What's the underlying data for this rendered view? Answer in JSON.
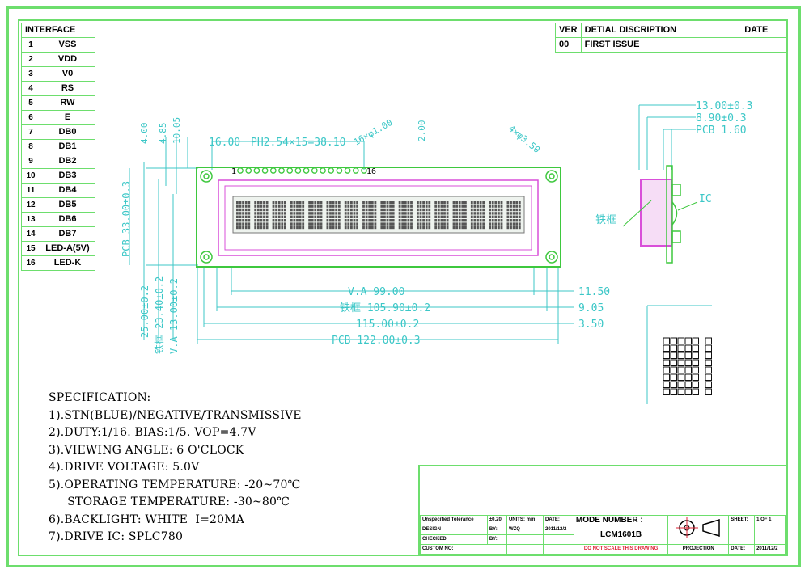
{
  "interface": {
    "header": "INTERFACE",
    "pins": [
      {
        "num": "1",
        "name": "VSS"
      },
      {
        "num": "2",
        "name": "VDD"
      },
      {
        "num": "3",
        "name": "V0"
      },
      {
        "num": "4",
        "name": "RS"
      },
      {
        "num": "5",
        "name": "RW"
      },
      {
        "num": "6",
        "name": "E"
      },
      {
        "num": "7",
        "name": "DB0"
      },
      {
        "num": "8",
        "name": "DB1"
      },
      {
        "num": "9",
        "name": "DB2"
      },
      {
        "num": "10",
        "name": "DB3"
      },
      {
        "num": "11",
        "name": "DB4"
      },
      {
        "num": "12",
        "name": "DB5"
      },
      {
        "num": "13",
        "name": "DB6"
      },
      {
        "num": "14",
        "name": "DB7"
      },
      {
        "num": "15",
        "name": "LED-A(5V)"
      },
      {
        "num": "16",
        "name": "LED-K"
      }
    ]
  },
  "revision": {
    "headers": [
      "VER",
      "DETIAL DISCRIPTION",
      "DATE"
    ],
    "rows": [
      {
        "ver": "00",
        "desc": "FIRST ISSUE",
        "date": ""
      }
    ]
  },
  "dims": {
    "pitch": "16.00",
    "ph": "PH2.54×15=38.10",
    "holes16": "16×φ1.00",
    "d200": "2.00",
    "holes4": "4×φ3.50",
    "top400": "4.00",
    "top485": "4.85",
    "top1005": "10.05",
    "pcb33": "PCB 33.00±0.3",
    "h2500": "25.00±0.2",
    "h2340": "铁框 23.40±0.2",
    "h1300": "V.A 13.00±0.2",
    "va99": "V.A 99.00",
    "frame105": "铁框 105.90±0.2",
    "w115": "115.00±0.2",
    "pcb122": "PCB 122.00±0.3",
    "r1150": "11.50",
    "r905": "9.05",
    "r350": "3.50",
    "pin1": "1",
    "pin16": "16",
    "side1300": "13.00±0.3",
    "side890": "8.90±0.3",
    "sidepcb": "PCB 1.60",
    "ic": "IC",
    "tiekuang": "铁框"
  },
  "spec": {
    "title": "SPECIFICATION:",
    "lines": [
      "1).STN(BLUE)/NEGATIVE/TRANSMISSIVE",
      "2).DUTY:1/16. BIAS:1/5. VOP=4.7V",
      "3).VIEWING ANGLE: 6 O'CLOCK",
      "4).DRIVE VOLTAGE: 5.0V",
      "5).OPERATING TEMPERATURE: -20~70℃",
      "     STORAGE TEMPERATURE: -30~80℃",
      "6).BACKLIGHT: WHITE  I=20MA",
      "7).DRIVE IC: SPLC780"
    ]
  },
  "titleblock": {
    "tol_label": "Unspecified Tolerance",
    "tol_value": "±0.20",
    "units": "UNITS: mm",
    "date_label": "DATE:",
    "design": "DESIGN",
    "by": "BY:",
    "designer": "WZQ",
    "design_date": "2011/12/2",
    "checked": "CHECKED",
    "checked_by": "BY:",
    "custom": "CUSTOM NO:",
    "model_label": "MODE NUMBER :",
    "model": "LCM1601B",
    "noscale": "DO NOT SCALE THIS DRAWING",
    "projection": "PROJECTION",
    "sheet_label": "SHEET:",
    "sheet": "1 OF 1",
    "date2_label": "DATE:",
    "date2": "2011/12/2"
  }
}
